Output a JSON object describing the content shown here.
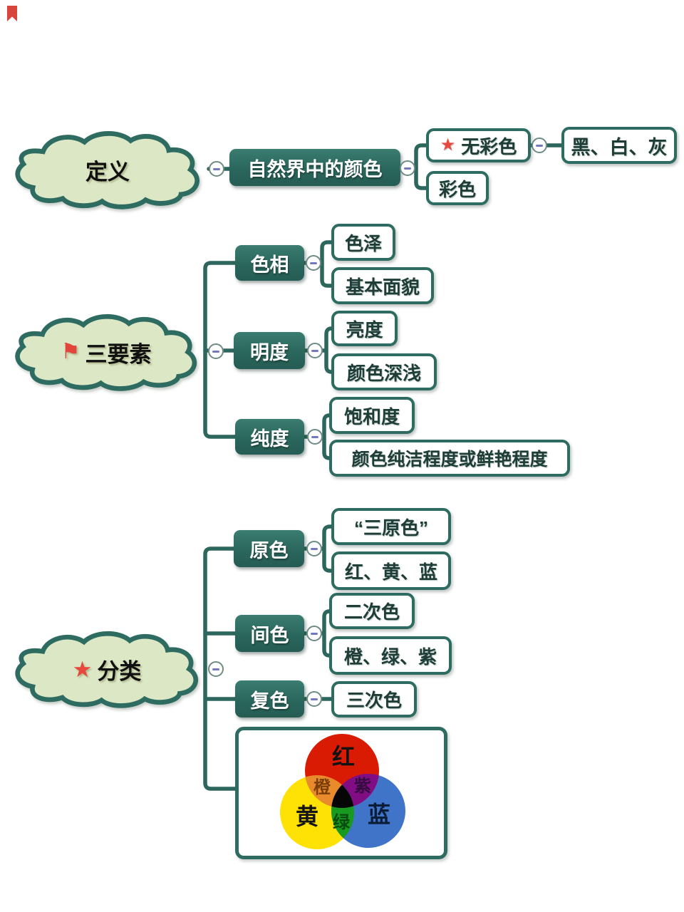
{
  "icons": {
    "star": "★",
    "flag": "⚑"
  },
  "colors": {
    "line": "#2C665C",
    "node_fill": "#2A665C",
    "cloud_fill": "#DCE7C5",
    "accent_red": "#E8473D",
    "venn_red": "#DA1B04",
    "venn_yellow": "#FFE205",
    "venn_blue": "#3F74C8",
    "venn_orange": "#E98B2D",
    "venn_purple": "#800D84",
    "venn_green": "#189A20"
  },
  "sections": {
    "definition": {
      "topic": "定义",
      "main": "自然界中的颜色",
      "achromatic": "无彩色",
      "achromatic_detail": "黑、白、灰",
      "chromatic": "彩色"
    },
    "elements": {
      "topic": "三要素",
      "hue": "色相",
      "hue_luster": "色泽",
      "hue_appearance": "基本面貌",
      "brightness": "明度",
      "brightness_luminance": "亮度",
      "brightness_depth": "颜色深浅",
      "purity": "纯度",
      "purity_saturation": "饱和度",
      "purity_desc": "颜色纯洁程度或鲜艳程度"
    },
    "classification": {
      "topic": "分类",
      "primary": "原色",
      "primary_alias": "“三原色”",
      "primary_colors": "红、黄、蓝",
      "secondary": "间色",
      "secondary_alias": "二次色",
      "secondary_colors": "橙、绿、紫",
      "tertiary": "复色",
      "tertiary_alias": "三次色",
      "venn": {
        "red": "红",
        "yellow": "黄",
        "blue": "蓝",
        "orange": "橙",
        "purple": "紫",
        "green": "绿"
      }
    }
  }
}
